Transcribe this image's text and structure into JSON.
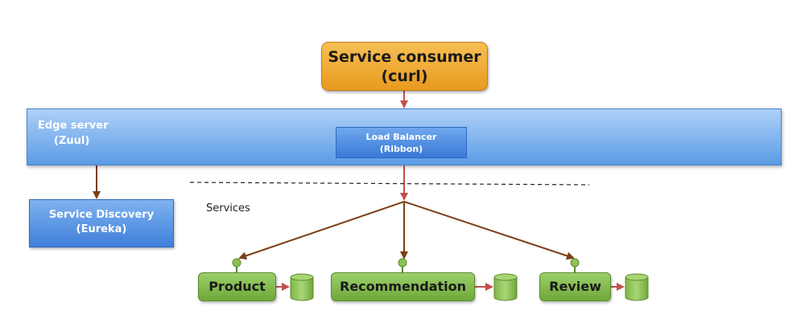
{
  "colors": {
    "arrow": "#7b3f17",
    "arrow_red": "#c0504d",
    "consumer": "#f0a733",
    "edge_server": "#5b9be6",
    "service": "#8cc152",
    "database": "#9ccf6a"
  },
  "consumer": {
    "line1": "Service consumer",
    "line2": "(curl)"
  },
  "edge_server": {
    "line1": "Edge server",
    "line2": "(Zuul)"
  },
  "load_balancer": {
    "line1": "Load Balancer",
    "line2": "(Ribbon)"
  },
  "discovery": {
    "line1": "Service Discovery",
    "line2": "(Eureka)"
  },
  "services_label": "Services",
  "services": {
    "product": "Product",
    "recommendation": "Recommendation",
    "review": "Review"
  }
}
